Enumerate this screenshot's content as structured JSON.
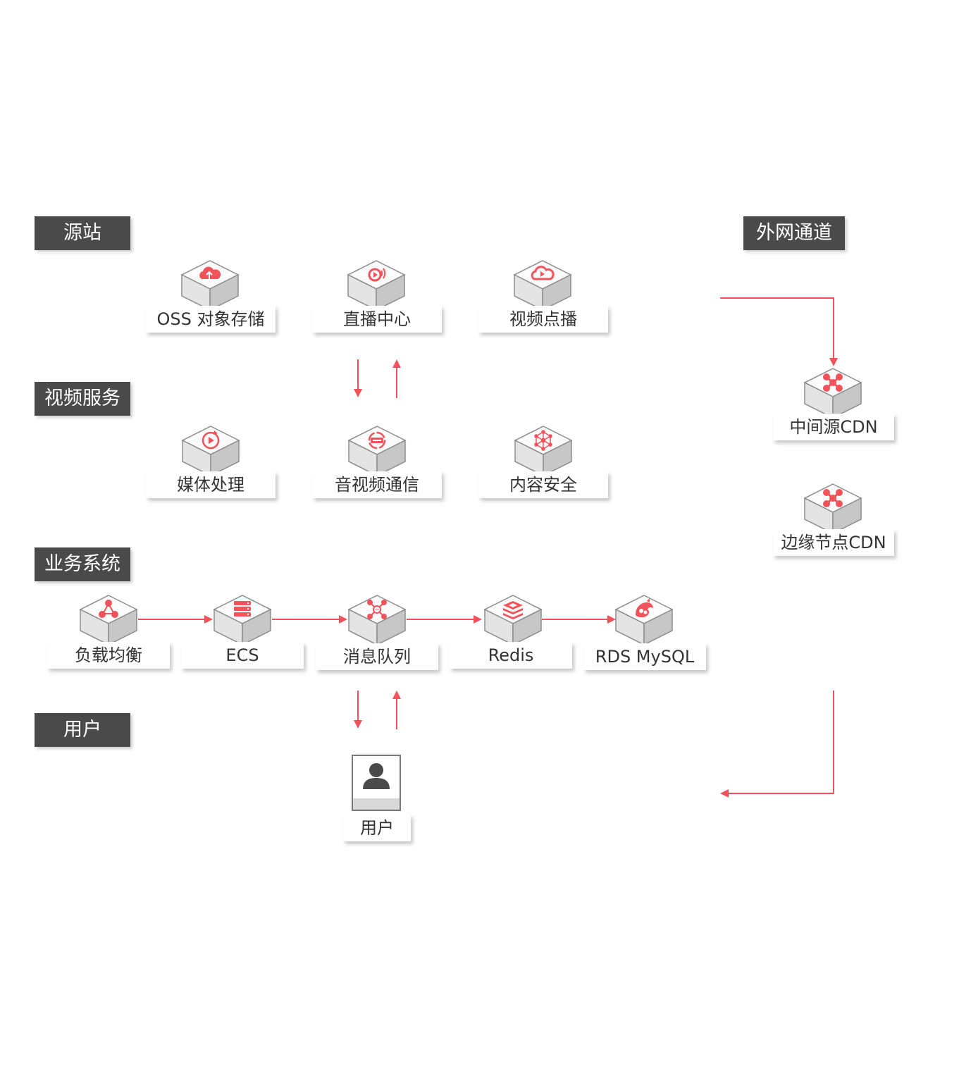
{
  "colors": {
    "accent": "#f2535b",
    "tag_bg": "#4a4a4a",
    "text": "#333333"
  },
  "groups": {
    "origin": {
      "title": "源站"
    },
    "video_services": {
      "title": "视频服务"
    },
    "business": {
      "title": "业务系统"
    },
    "users": {
      "title": "用户"
    },
    "external": {
      "title": "外网通道"
    }
  },
  "nodes": {
    "oss": {
      "label": "OSS 对象存储",
      "icon": "cloud-upload-icon"
    },
    "live": {
      "label": "直播中心",
      "icon": "live-broadcast-icon"
    },
    "vod": {
      "label": "视频点播",
      "icon": "cloud-play-icon"
    },
    "media": {
      "label": "媒体处理",
      "icon": "media-refresh-icon"
    },
    "rtc": {
      "label": "音视频通信",
      "icon": "rtc-icon"
    },
    "security": {
      "label": "内容安全",
      "icon": "network-mesh-icon"
    },
    "slb": {
      "label": "负载均衡",
      "icon": "load-balancer-icon"
    },
    "ecs": {
      "label": "ECS",
      "icon": "server-icon"
    },
    "mq": {
      "label": "消息队列",
      "icon": "message-queue-icon"
    },
    "redis": {
      "label": "Redis",
      "icon": "redis-icon"
    },
    "rds": {
      "label": "RDS MySQL",
      "icon": "mysql-dolphin-icon"
    },
    "cdn_mid": {
      "label": "中间源CDN",
      "icon": "cdn-icon"
    },
    "cdn_edge": {
      "label": "边缘节点CDN",
      "icon": "cdn-icon"
    },
    "user": {
      "label": "用户",
      "icon": "user-icon"
    }
  }
}
